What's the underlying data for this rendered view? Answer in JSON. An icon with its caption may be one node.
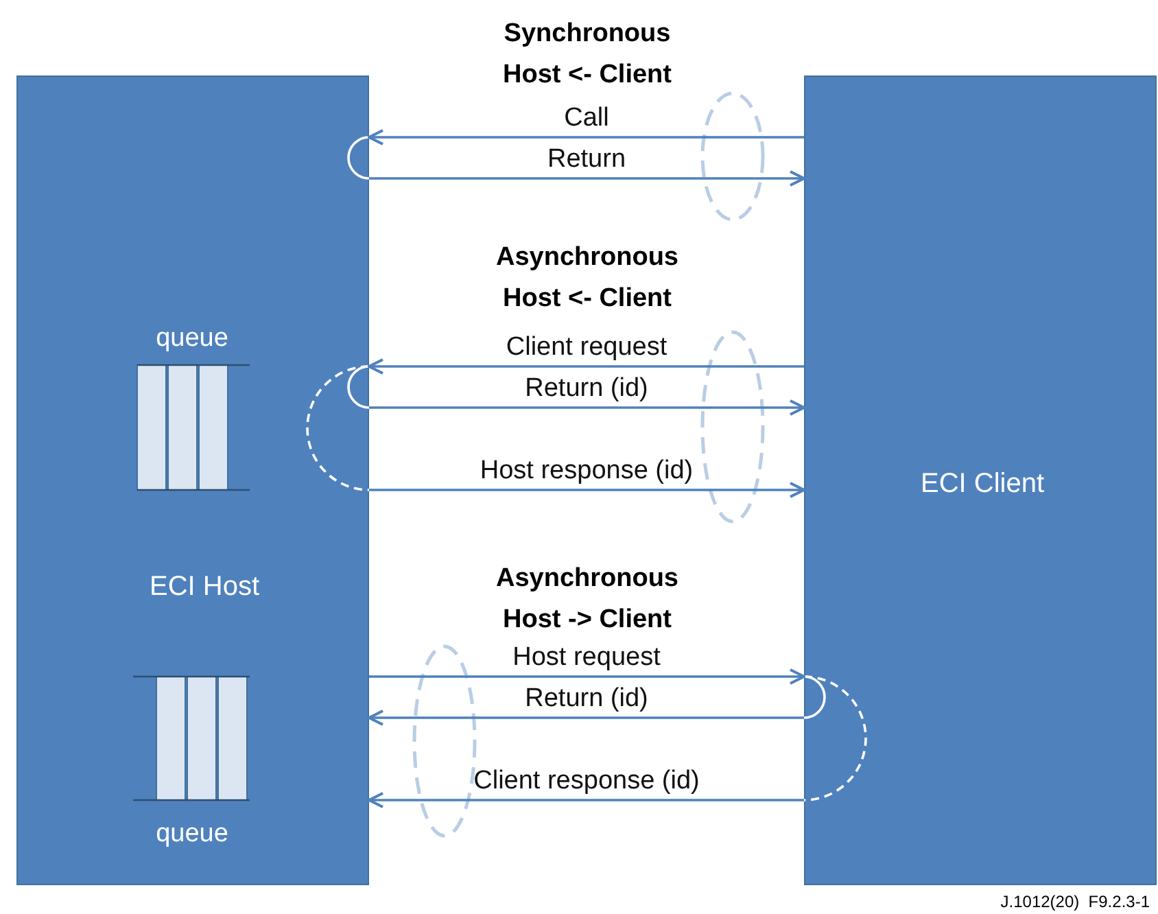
{
  "diagram": {
    "caption": "J.1012(20)  F9.2.3-1",
    "nodes": [
      {
        "text": [
          "ECI Host"
        ]
      },
      {
        "text": [
          "ECI Client"
        ]
      }
    ],
    "edges": [
      {
        "from": 1,
        "to": 0,
        "arrow": "to",
        "label": "Call"
      },
      {
        "from": 0,
        "to": 1,
        "arrow": "to",
        "label": "Return"
      },
      {
        "from": 1,
        "to": 0,
        "arrow": "to",
        "label": "Client request"
      },
      {
        "from": 0,
        "to": 1,
        "arrow": "to",
        "label": "Return (id)"
      },
      {
        "from": 0,
        "to": 1,
        "arrow": "to",
        "label": "Host response (id)"
      },
      {
        "from": 0,
        "to": 1,
        "arrow": "to",
        "label": "Host request"
      },
      {
        "from": 1,
        "to": 0,
        "arrow": "to",
        "label": "Return (id)"
      },
      {
        "from": 1,
        "to": 0,
        "arrow": "to",
        "label": "Client response (id)"
      }
    ],
    "labels": [
      "Synchronous Host <- Client",
      "Asynchronous Host <- Client",
      "queue",
      "Asynchronous Host -> Client",
      "queue"
    ]
  }
}
